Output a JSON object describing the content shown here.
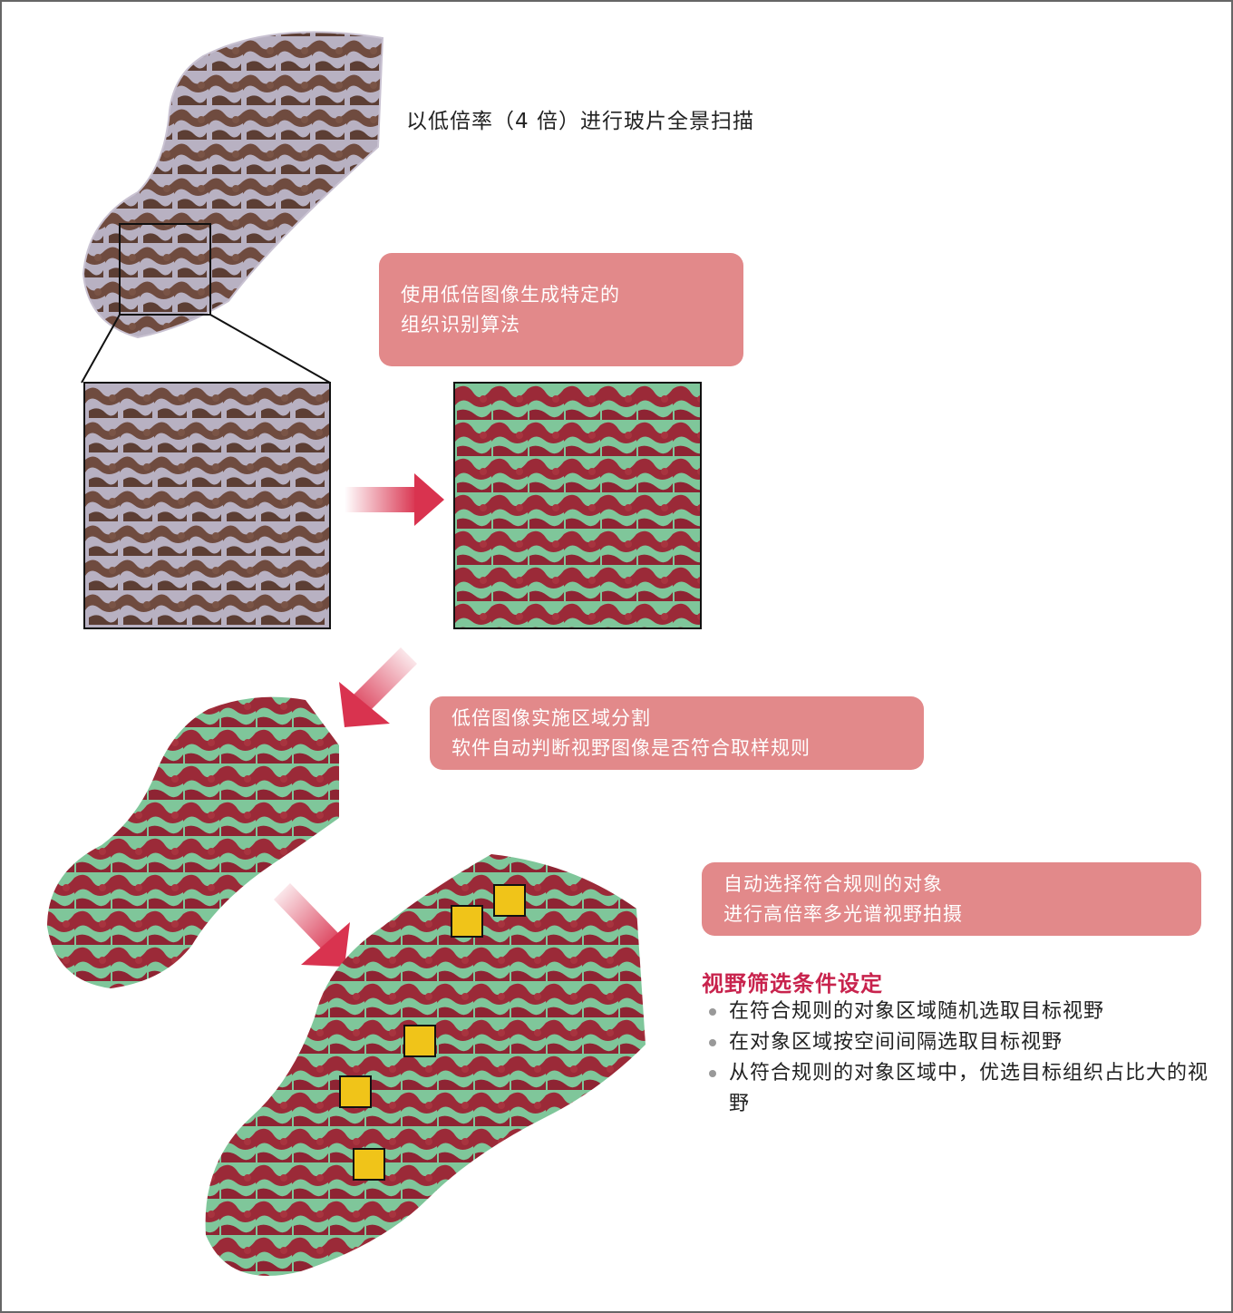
{
  "scan_label": "以低倍率（4 倍）进行玻片全景扫描",
  "callouts": {
    "algorithm": [
      "使用低倍图像生成特定的",
      "组织识别算法"
    ],
    "segmentation": [
      "低倍图像实施区域分割",
      "软件自动判断视野图像是否符合取样规则"
    ],
    "selection": [
      "自动选择符合规则的对象",
      "进行高倍率多光谱视野拍摄"
    ]
  },
  "criteria": {
    "title": "视野筛选条件设定",
    "items": [
      "在符合规则的对象区域随机选取目标视野",
      "在对象区域按空间间隔选取目标视野",
      "从符合规则的对象区域中，优选目标组织占比大的视野"
    ]
  },
  "colors": {
    "callout_bg": "#e2898a",
    "title": "#c8234d",
    "tissue_brown": "#6b4a3e",
    "tissue_gray": "#b9b3c4",
    "seg_red": "#9b2a38",
    "seg_green": "#7fc69a",
    "field_yellow": "#f0c419",
    "arrow": "#d9334f"
  }
}
